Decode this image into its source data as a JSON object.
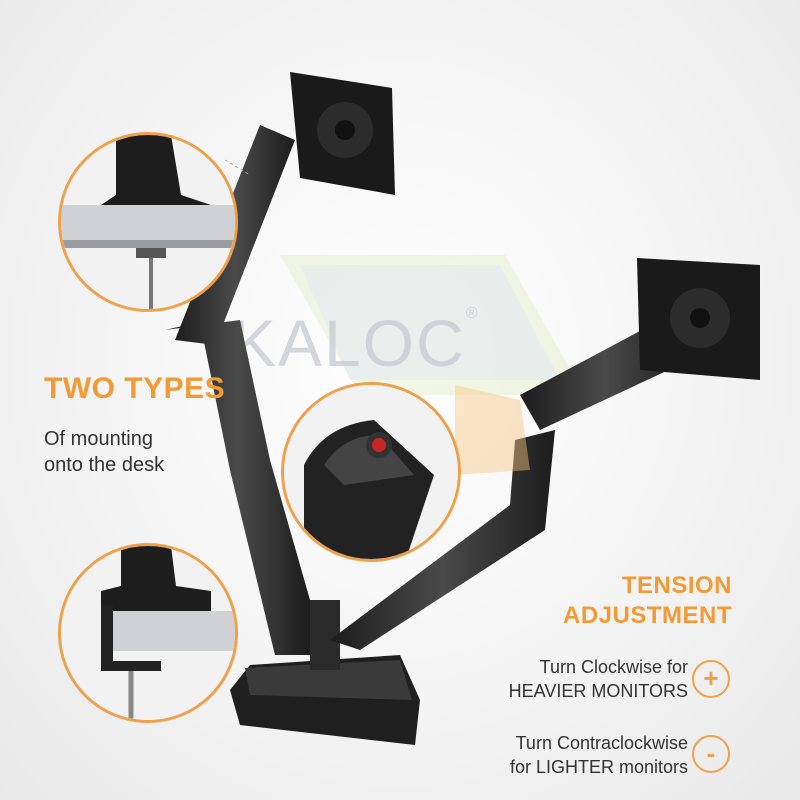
{
  "watermark": {
    "brand": "KALOC",
    "registered": "®"
  },
  "mounting": {
    "title": "TWO TYPES",
    "line1": "Of mounting",
    "line2": "onto the desk"
  },
  "tension": {
    "title_line1": "TENSION",
    "title_line2": "ADJUSTMENT",
    "clockwise_line1": "Turn Clockwise for",
    "clockwise_line2": "HEAVIER MONITORS",
    "counter_line1": "Turn Contraclockwise",
    "counter_line2": "for LIGHTER monitors",
    "plus_symbol": "+",
    "minus_symbol": "-"
  },
  "colors": {
    "accent": "#f39a35",
    "arm": "#2b2b2b",
    "text": "#333333"
  },
  "icons": [
    "clockwise-plus-icon",
    "counterclockwise-minus-icon"
  ]
}
